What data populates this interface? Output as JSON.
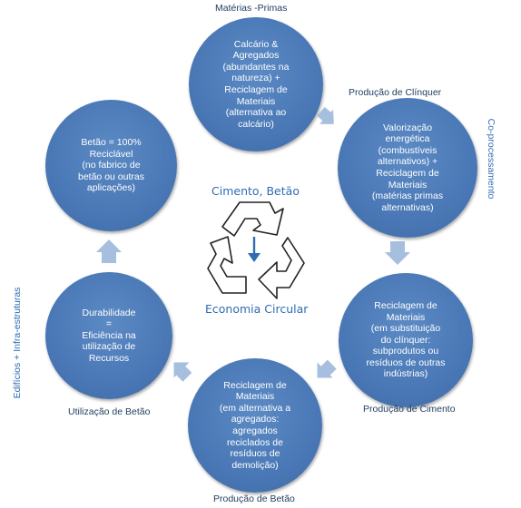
{
  "nodes": {
    "raw_materials": "Calcário &\nAgregados\n(abundantes na\nnatureza) +\nReciclagem de\nMateriais\n(alternativa ao\ncalcário)",
    "clinker": "Valorização\nenergética\n(combustíveis\nalternativos) +\nReciclagem de\nMateriais\n(matérias primas\nalternativas)",
    "cement": "Reciclagem de\nMateriais\n(em substituição\ndo clínquer:\nsubprodutos ou\nresíduos de outras\nindústrias)",
    "concrete": "Reciclagem de\nMateriais\n(em alternativa a\nagregados:\nagregados\nreciclados de\nresíduos de\ndemolição)",
    "use": "Durabilidade\n=\nEficiência na\nutilização de\nRecursos",
    "end_of_life": "Betão = 100%\nReciclável\n(no fabrico de\nbetão ou outras\naplicações)"
  },
  "stages": {
    "raw_materials": "Matérias -Primas",
    "clinker": "Produção de Clínquer",
    "cement": "Produção de Cimento",
    "concrete": "Produção de Betão",
    "use": "Utilização de Betão"
  },
  "side_labels": {
    "right": "Co-processamento",
    "left": "Edifícios + Infra-estruturas"
  },
  "center": {
    "top": "Cimento, Betão",
    "bottom": "Economia Circular"
  },
  "colors": {
    "circle": "#4a78b6",
    "arrow": "#a6bfde",
    "label_dark": "#1f3b5e",
    "label_blue": "#2e6db3"
  }
}
